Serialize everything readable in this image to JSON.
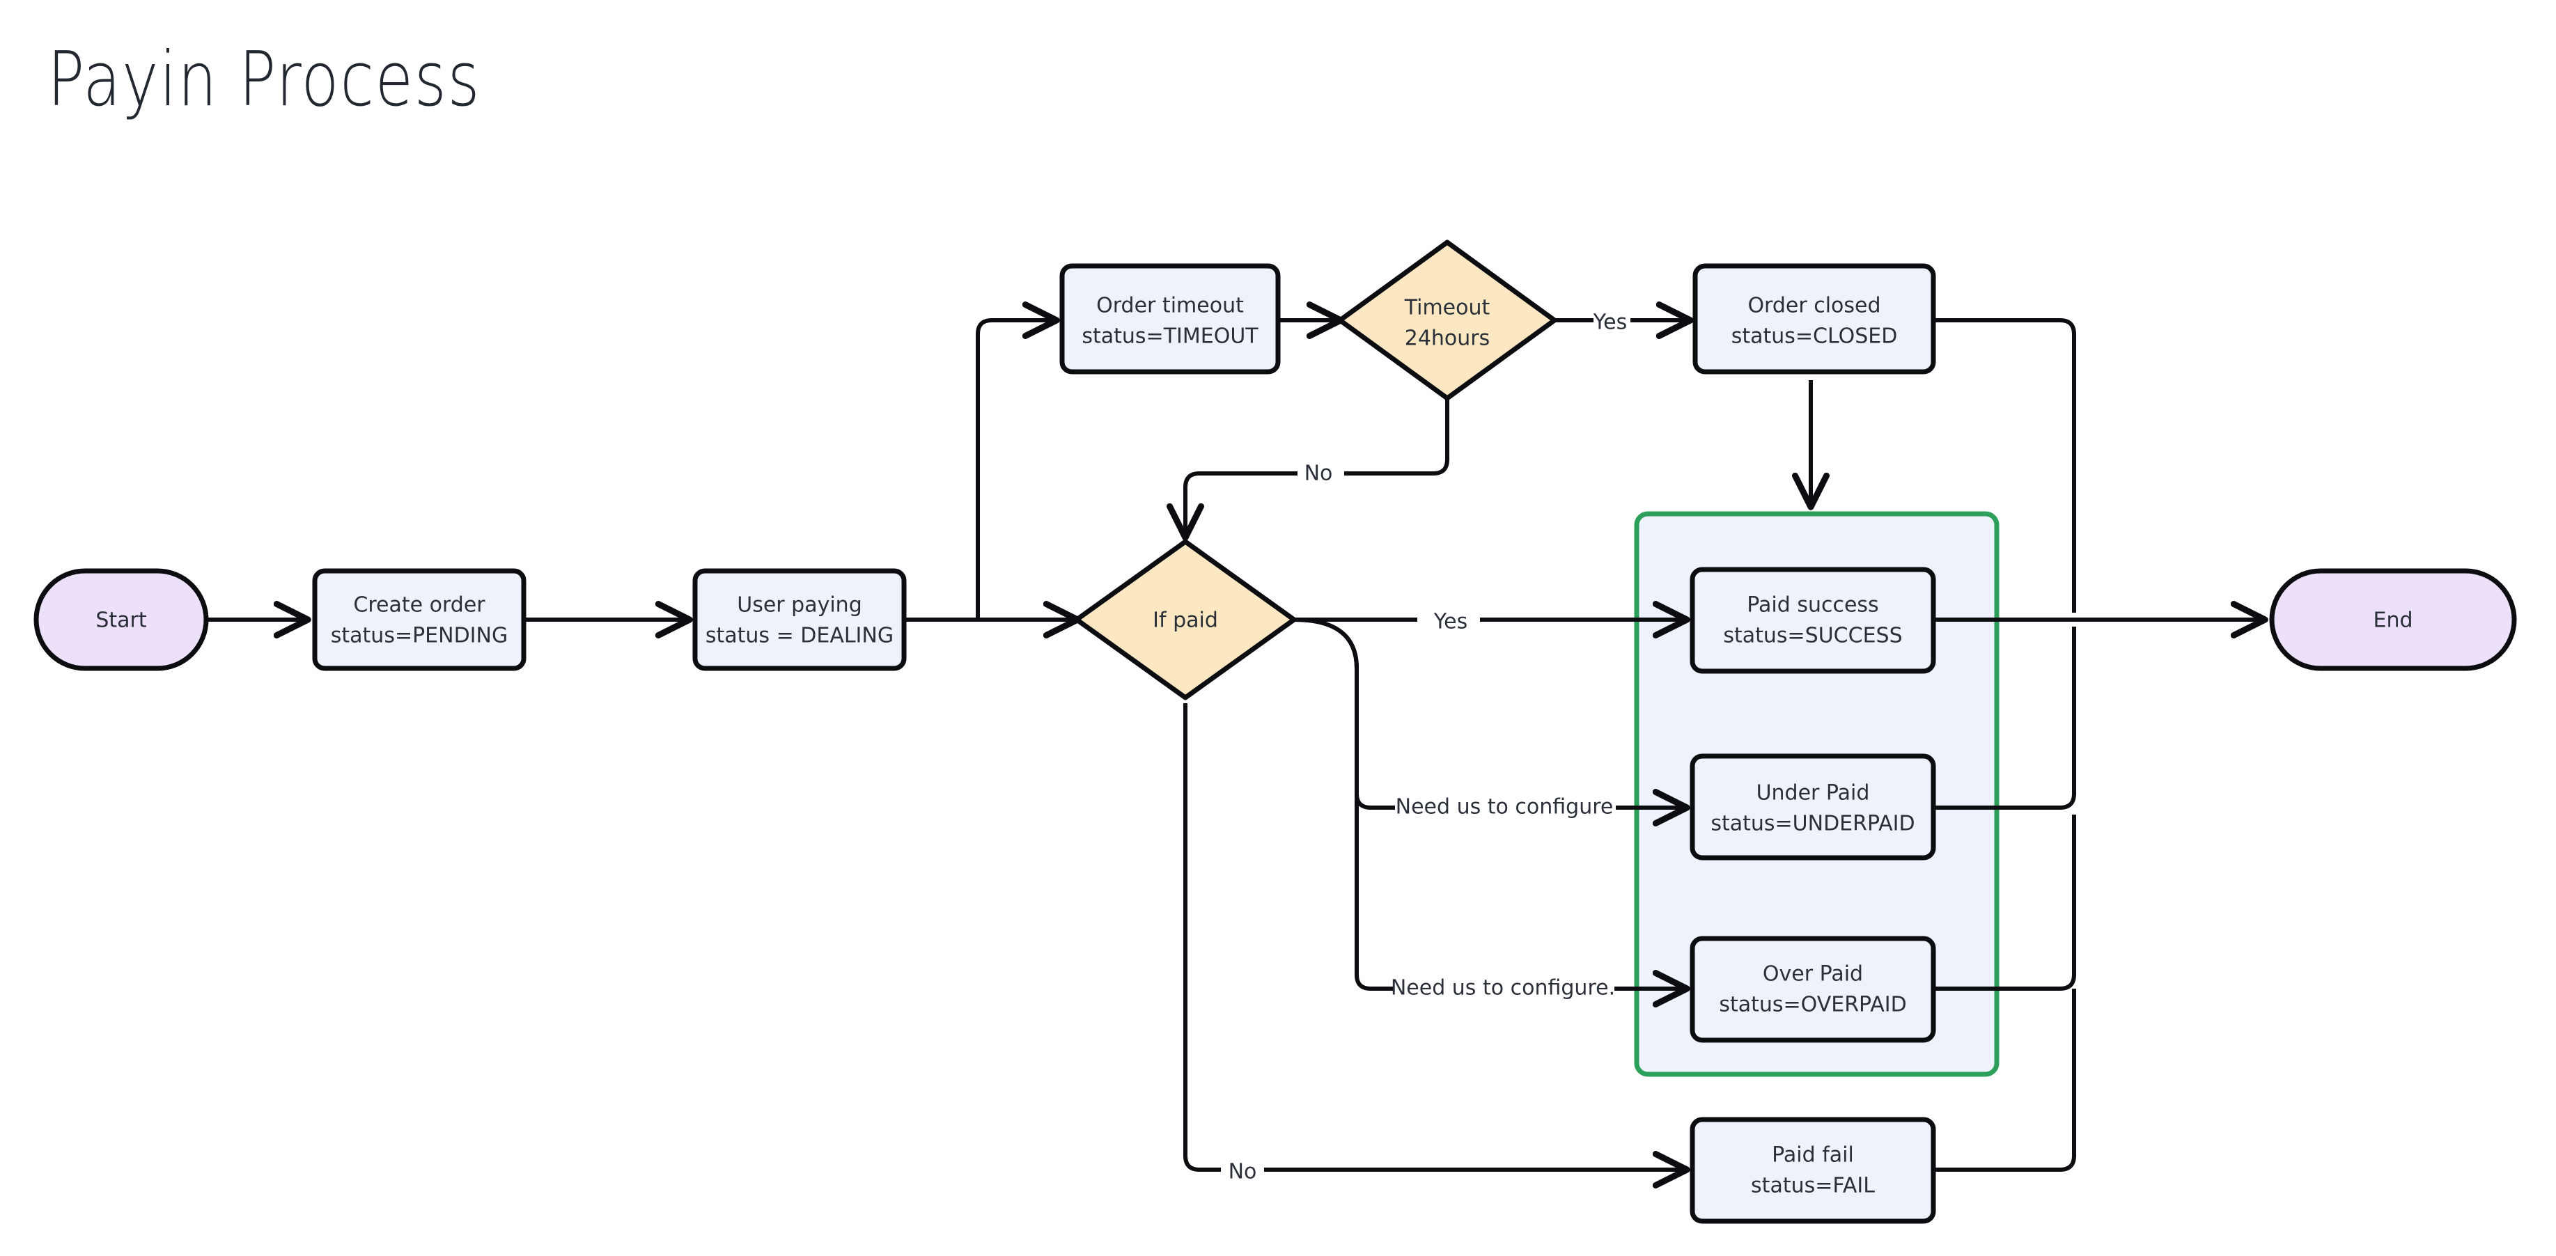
{
  "document": {
    "title": "Payin Process",
    "type": "flowchart"
  },
  "colors": {
    "terminal_fill": "#ece0fa",
    "process_fill": "#edf2fb",
    "decision_fill": "#fbe8c3",
    "group_stroke": "#2ca05a",
    "group_fill": "#edf2fb",
    "node_stroke": "#0b0d10",
    "edge_stroke": "#0b0d10",
    "text": "#2a2f38",
    "background": "#ffffff"
  },
  "nodes": {
    "start": {
      "label": "Start",
      "shape": "stadium"
    },
    "create_order": {
      "line1": "Create order",
      "line2": "status=PENDING",
      "shape": "process"
    },
    "user_paying": {
      "line1": "User paying",
      "line2": "status = DEALING",
      "shape": "process"
    },
    "order_timeout": {
      "line1": "Order timeout",
      "line2": "status=TIMEOUT",
      "shape": "process"
    },
    "timeout_decision": {
      "line1": "Timeout",
      "line2": "24hours",
      "shape": "decision"
    },
    "order_closed": {
      "line1": "Order closed",
      "line2": "status=CLOSED",
      "shape": "process"
    },
    "if_paid": {
      "line1": "If paid",
      "line2": "",
      "shape": "decision"
    },
    "paid_success": {
      "line1": "Paid success",
      "line2": "status=SUCCESS",
      "shape": "process"
    },
    "under_paid": {
      "line1": "Under Paid",
      "line2": "status=UNDERPAID",
      "shape": "process"
    },
    "over_paid": {
      "line1": "Over Paid",
      "line2": "status=OVERPAID",
      "shape": "process"
    },
    "paid_fail": {
      "line1": "Paid fail",
      "line2": "status=FAIL",
      "shape": "process"
    },
    "end": {
      "label": "End",
      "shape": "stadium"
    }
  },
  "group": {
    "name": "manual-configuration-group",
    "border_color": "#2ca05a"
  },
  "edge_labels": {
    "timeout_yes": "Yes",
    "timeout_no": "No",
    "if_paid_yes": "Yes",
    "if_paid_underpaid": "Need us to configure",
    "if_paid_overpaid": "Need us to configure.",
    "if_paid_no": "No"
  },
  "edges": [
    {
      "from": "start",
      "to": "create_order",
      "label": ""
    },
    {
      "from": "create_order",
      "to": "user_paying",
      "label": ""
    },
    {
      "from": "user_paying",
      "to": "order_timeout",
      "label": ""
    },
    {
      "from": "user_paying",
      "to": "if_paid",
      "label": ""
    },
    {
      "from": "order_timeout",
      "to": "timeout_decision",
      "label": ""
    },
    {
      "from": "timeout_decision",
      "to": "order_closed",
      "label": "Yes"
    },
    {
      "from": "timeout_decision",
      "to": "if_paid",
      "label": "No"
    },
    {
      "from": "order_closed",
      "to": "manual-configuration-group",
      "label": ""
    },
    {
      "from": "if_paid",
      "to": "paid_success",
      "label": "Yes"
    },
    {
      "from": "if_paid",
      "to": "under_paid",
      "label": "Need us to configure"
    },
    {
      "from": "if_paid",
      "to": "over_paid",
      "label": "Need us to configure."
    },
    {
      "from": "if_paid",
      "to": "paid_fail",
      "label": "No"
    },
    {
      "from": "order_closed",
      "to": "end",
      "label": ""
    },
    {
      "from": "paid_success",
      "to": "end",
      "label": ""
    },
    {
      "from": "under_paid",
      "to": "end",
      "label": ""
    },
    {
      "from": "over_paid",
      "to": "end",
      "label": ""
    },
    {
      "from": "paid_fail",
      "to": "end",
      "label": ""
    }
  ]
}
